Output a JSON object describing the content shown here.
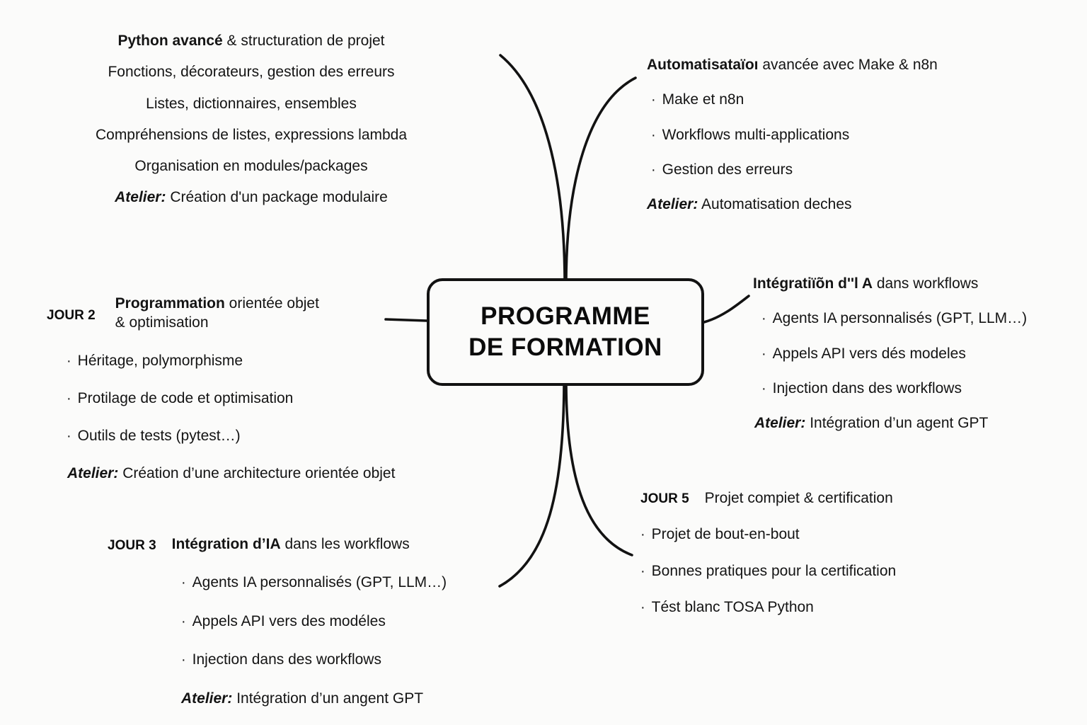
{
  "center": {
    "line1": "PROGRAMME",
    "line2": "DE FORMATION"
  },
  "branches": {
    "python": {
      "title_strong": "Python avancé",
      "title_rest": " & structuration de projet",
      "lines": [
        "Fonctions, décorateurs, gestion des erreurs",
        "Listes, dictionnaires, ensembles",
        "Compréhensions de listes, expressions lambda",
        "Organisation en modules/packages"
      ],
      "atelier_label": "Atelier:",
      "atelier_text": " Création d'un package modulaire"
    },
    "automatisation": {
      "title_strong": "Automatisataïoı",
      "title_rest": " avancée avec Make & n8n",
      "bullets": [
        "Make et n8n",
        "Workflows multi-applications",
        "Gestion des erreurs"
      ],
      "atelier_label": "Atelier:",
      "atelier_text": " Automatisation deches"
    },
    "jour2": {
      "day": "JOUR 2",
      "title_strong": "Programmation",
      "title_rest": " orientée objet",
      "title_line2": "& optimisation",
      "bullets": [
        "Héritage, polymorphisme",
        "Protilage de code et optimisation",
        "Outils de tests (pytest…)"
      ],
      "atelier_label": "Atelier:",
      "atelier_text": " Création d’une architecture orientée objet"
    },
    "ia_right": {
      "title_strong": "Intégratiïõn d''l A",
      "title_rest": " dans workflows",
      "bullets": [
        "Agents IA personnalisés (GPT, LLM…)",
        "Appels API vers dés modeles",
        "Injection dans des workflows"
      ],
      "atelier_label": "Atelier:",
      "atelier_text": " Intégration d’un agent GPT"
    },
    "jour3": {
      "day": "JOUR 3",
      "title_strong": "Intégration d’IA",
      "title_rest": " dans les workflows",
      "bullets": [
        "Agents IA personnalisés (GPT, LLM…)",
        "Appels API vers des modéles",
        "Injection dans des workflows"
      ],
      "atelier_label": "Atelier:",
      "atelier_text": " Intégration d’un angent  GPT"
    },
    "jour5": {
      "day": "JOUR 5",
      "title": "Projet compiet & certification",
      "bullets": [
        "Projet de bout-en-bout",
        "Bonnes pratiques pour la certification",
        "Tést blanc TOSA Python"
      ]
    }
  },
  "style": {
    "background": "#fbfbfa",
    "ink": "#121212",
    "bullet_glyph": "·"
  }
}
